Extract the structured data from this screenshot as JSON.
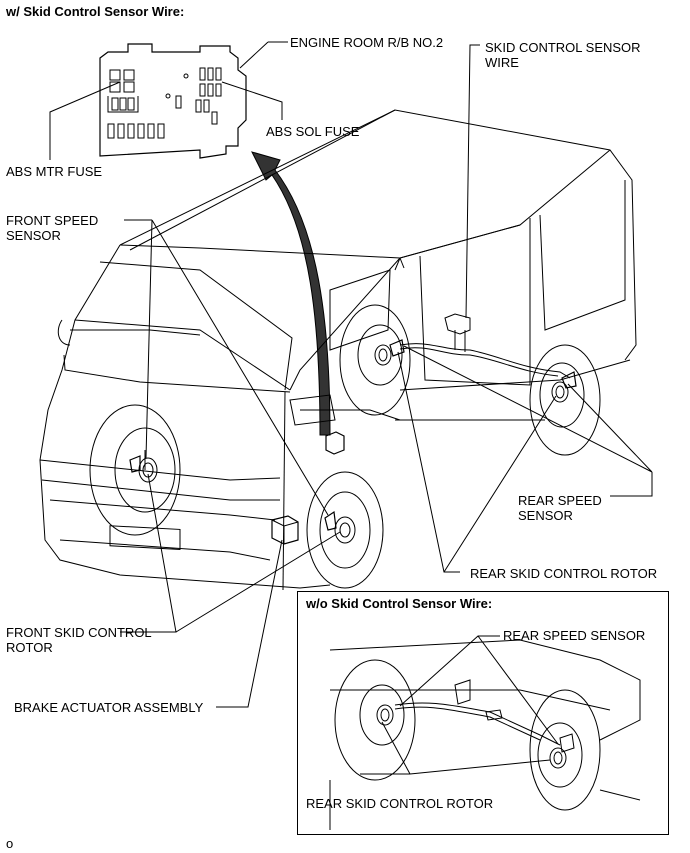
{
  "title": "w/ Skid Control Sensor Wire:",
  "labels": {
    "engine_room_rb": "ENGINE ROOM R/B NO.2",
    "skid_control_sensor_wire": "SKID CONTROL SENSOR\nWIRE",
    "abs_sol_fuse": "ABS SOL FUSE",
    "abs_mtr_fuse": "ABS MTR FUSE",
    "front_speed_sensor": "FRONT SPEED\nSENSOR",
    "rear_speed_sensor": "REAR SPEED\nSENSOR",
    "rear_skid_control_rotor": "REAR SKID CONTROL ROTOR",
    "front_skid_control_rotor": "FRONT SKID CONTROL\nROTOR",
    "brake_actuator_assembly": "BRAKE ACTUATOR ASSEMBLY"
  },
  "inset": {
    "title": "w/o Skid Control Sensor Wire:",
    "rear_speed_sensor": "REAR SPEED SENSOR",
    "rear_skid_control_rotor": "REAR SKID CONTROL ROTOR"
  },
  "footer": "o"
}
